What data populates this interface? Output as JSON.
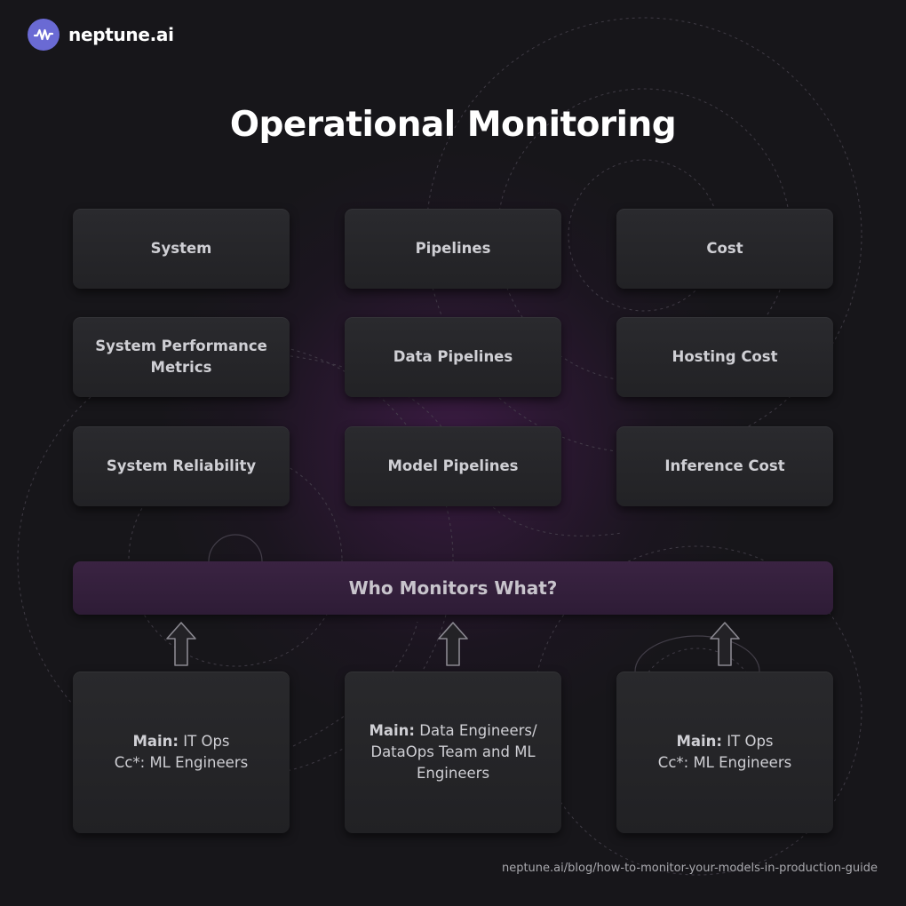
{
  "brand": {
    "name": "neptune.ai",
    "icon": "neptune-wave-logo-icon",
    "color": "#6a6ad4"
  },
  "title": "Operational Monitoring",
  "columns": [
    {
      "header": "System",
      "items": [
        "System Performance Metrics",
        "System Reliability"
      ]
    },
    {
      "header": "Pipelines",
      "items": [
        "Data Pipelines",
        "Model Pipelines"
      ]
    },
    {
      "header": "Cost",
      "items": [
        "Hosting Cost",
        "Inference Cost"
      ]
    }
  ],
  "banner": "Who Monitors What?",
  "owners": [
    {
      "main_label": "Main:",
      "main": "IT Ops",
      "cc": "Cc*: ML Engineers"
    },
    {
      "main_label": "Main:",
      "main": "Data Engineers/ DataOps Team and ML Engineers",
      "cc": ""
    },
    {
      "main_label": "Main:",
      "main": "IT Ops",
      "cc": "Cc*: ML Engineers"
    }
  ],
  "footer": "neptune.ai/blog/how-to-monitor-your-models-in-production-guide",
  "colors": {
    "background": "#17161a",
    "banner": "#3a2342",
    "card": "#2a2a2e",
    "glow": "#561e62"
  }
}
